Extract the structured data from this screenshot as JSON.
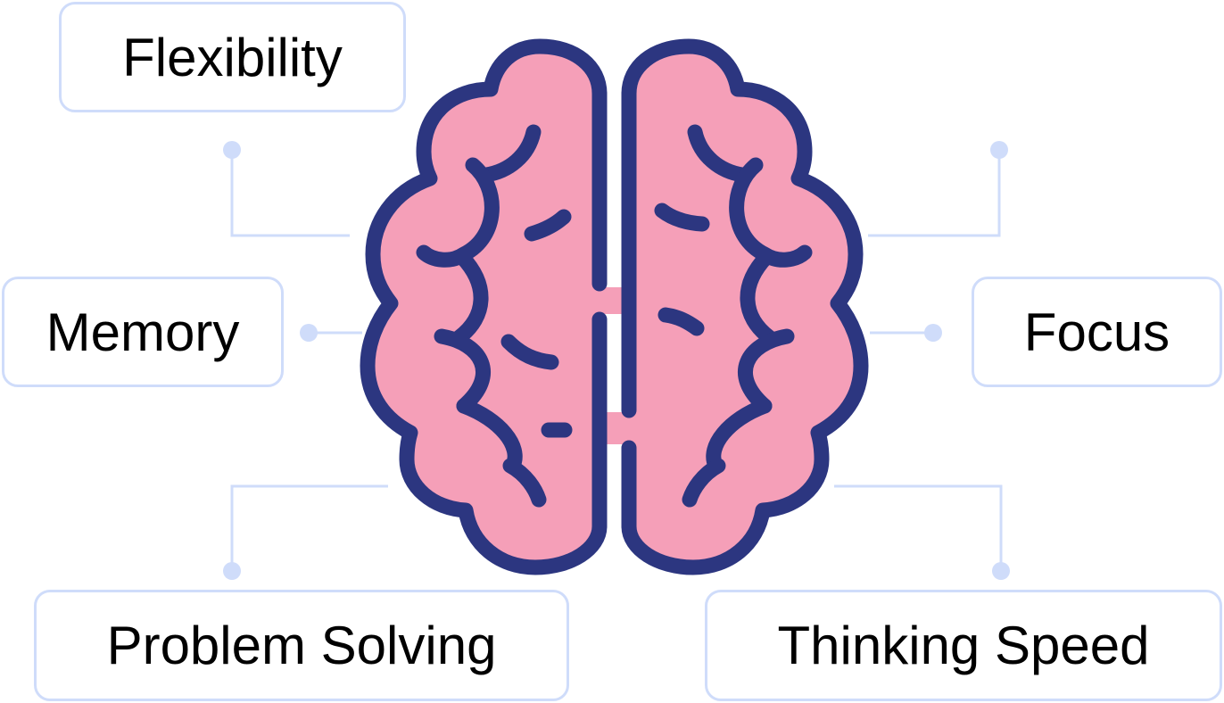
{
  "labels": {
    "flexibility": "Flexibility",
    "memory": "Memory",
    "problem_solving": "Problem Solving",
    "focus": "Focus",
    "thinking_speed": "Thinking Speed"
  },
  "colors": {
    "brain_fill": "#f59fb8",
    "brain_stroke": "#2c3680",
    "connector": "#cfdcfa"
  },
  "icon": "brain-icon"
}
